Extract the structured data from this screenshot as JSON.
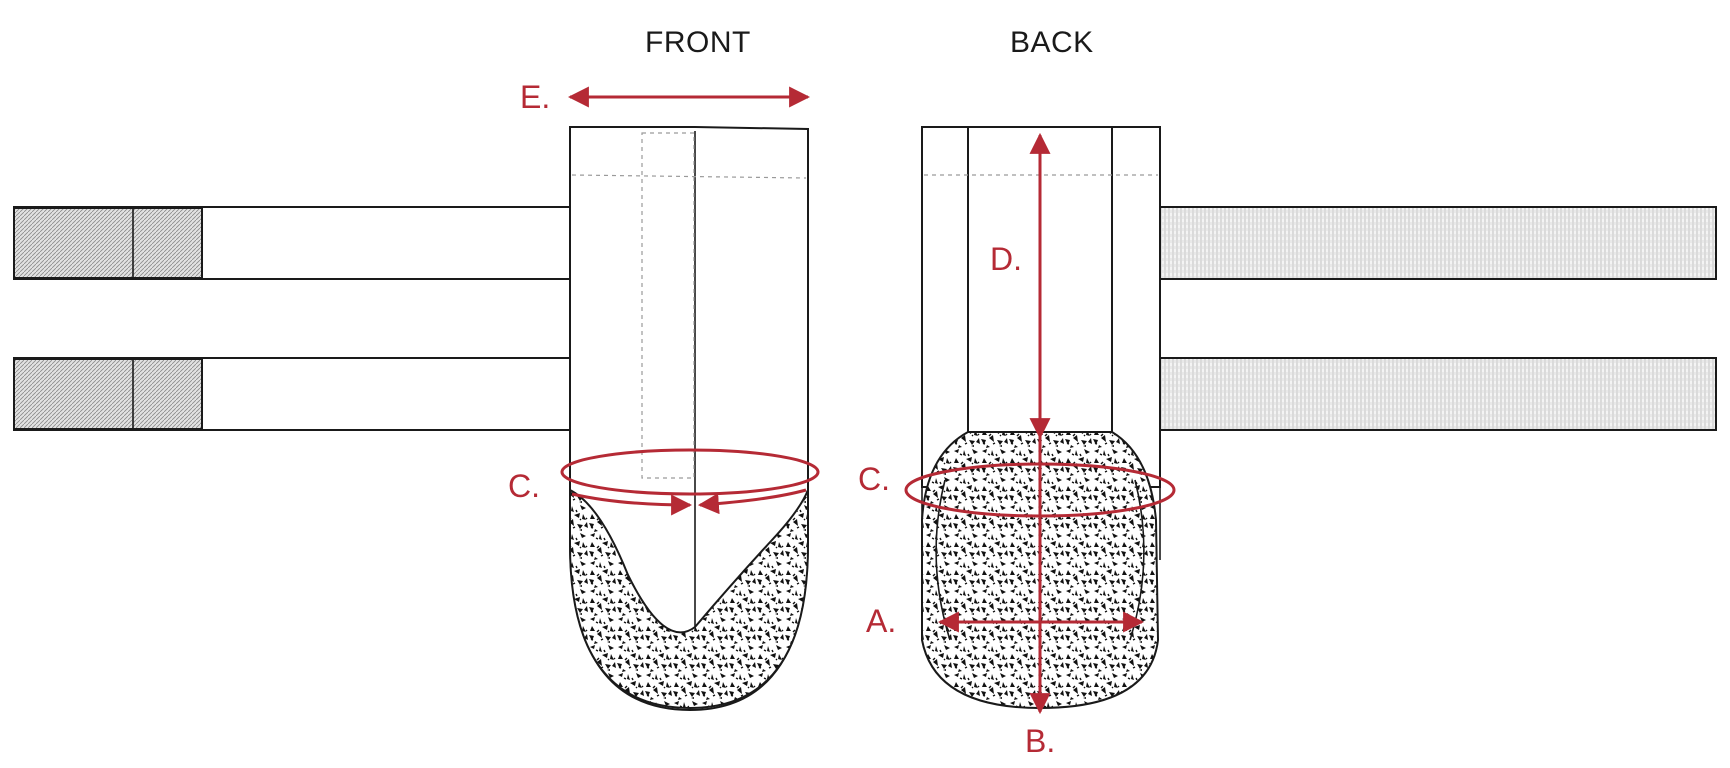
{
  "views": {
    "front": {
      "title": "FRONT"
    },
    "back": {
      "title": "BACK"
    }
  },
  "measurements": {
    "a": "A.",
    "b": "B.",
    "c_front": "C.",
    "c_back": "C.",
    "d": "D.",
    "e": "E."
  },
  "colors": {
    "measurement": "#b52a35",
    "outline": "#1a1a1a",
    "hook_fill": "#d4d4d4",
    "loop_fill": "#eeeeee"
  }
}
